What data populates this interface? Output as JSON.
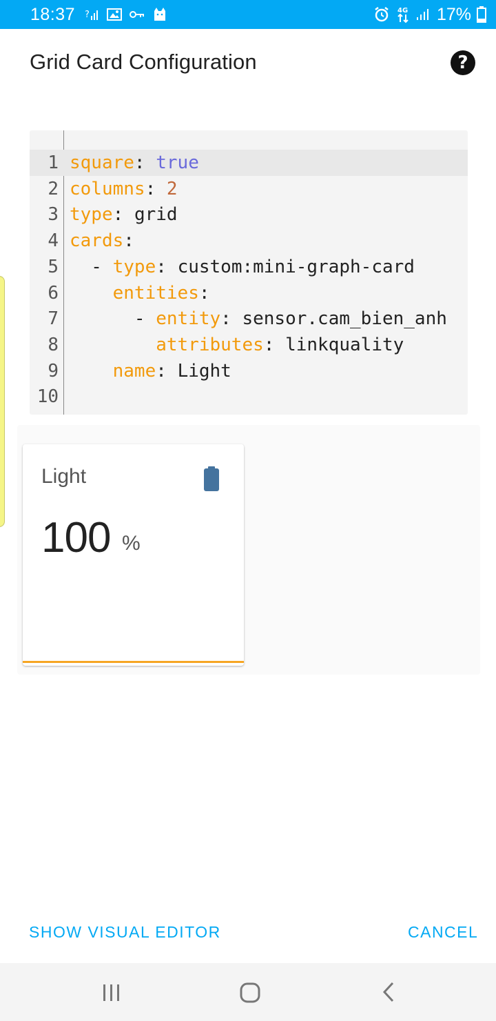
{
  "status_bar": {
    "time": "18:37",
    "network_label": "4G",
    "battery_text": "17%",
    "icons": [
      "signal-off-icon",
      "image-icon",
      "key-icon",
      "cat-icon",
      "alarm-icon",
      "data-arrows-icon",
      "signal-bars-icon",
      "battery-icon"
    ]
  },
  "dialog": {
    "title": "Grid Card Configuration",
    "help_icon": "help-icon"
  },
  "editor": {
    "lines": [
      {
        "num": "1",
        "indent": "",
        "key": "square",
        "sep": ": ",
        "value": "true",
        "type": "bool"
      },
      {
        "num": "2",
        "indent": "",
        "key": "columns",
        "sep": ": ",
        "value": "2",
        "type": "num"
      },
      {
        "num": "3",
        "indent": "",
        "key": "type",
        "sep": ": ",
        "value": "grid",
        "type": "str"
      },
      {
        "num": "4",
        "indent": "",
        "key": "cards",
        "sep": ":",
        "value": "",
        "type": "str"
      },
      {
        "num": "5",
        "indent": "  - ",
        "key": "type",
        "sep": ": ",
        "value": "custom:mini-graph-card",
        "type": "str"
      },
      {
        "num": "6",
        "indent": "    ",
        "key": "entities",
        "sep": ":",
        "value": "",
        "type": "str"
      },
      {
        "num": "7",
        "indent": "      - ",
        "key": "entity",
        "sep": ": ",
        "value": "sensor.cam_bien_anh",
        "type": "str"
      },
      {
        "num": "8",
        "indent": "        ",
        "key": "attributes",
        "sep": ": ",
        "value": "linkquality",
        "type": "str"
      },
      {
        "num": "9",
        "indent": "    ",
        "key": "name",
        "sep": ": ",
        "value": "Light",
        "type": "str"
      },
      {
        "num": "10",
        "indent": "",
        "key": "",
        "sep": "",
        "value": "",
        "type": "str"
      }
    ],
    "active_line": 1
  },
  "preview": {
    "card": {
      "name": "Light",
      "value": "100",
      "unit": "%",
      "icon": "battery-icon",
      "icon_color": "#44739e",
      "bar_color": "#f6a623"
    }
  },
  "actions": {
    "show_visual_editor": "SHOW VISUAL EDITOR",
    "cancel": "CANCEL"
  },
  "nav_bar": {
    "buttons": [
      "recent-apps-icon",
      "home-icon",
      "back-icon"
    ]
  },
  "colors": {
    "accent": "#03a9f4",
    "yaml_key": "#f29a0c",
    "yaml_bool": "#6a6adb",
    "yaml_number": "#c0683a"
  }
}
